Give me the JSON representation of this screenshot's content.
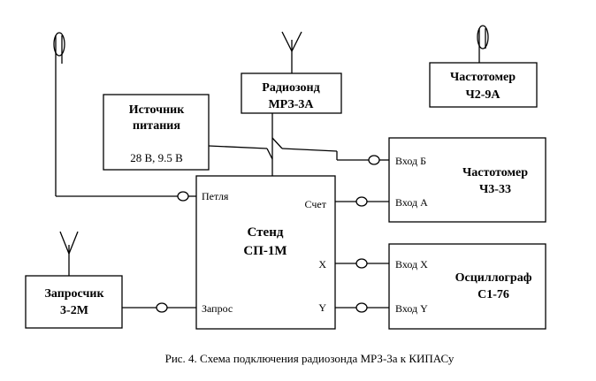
{
  "blocks": {
    "radiosonde": {
      "line1": "Радиозонд",
      "line2": "МРЗ-3А"
    },
    "power": {
      "line1": "Источник",
      "line2": "питания",
      "voltage": "28 В, 9.5 В"
    },
    "freq_meter_top": {
      "line1": "Частотомер",
      "line2": "Ч2-9А"
    },
    "stand": {
      "line1": "Стенд",
      "line2": "СП-1М",
      "port_loop": "Петля",
      "port_count": "Счет",
      "port_x": "X",
      "port_y": "Y",
      "port_request": "Запрос"
    },
    "freq_meter": {
      "line1": "Частотомер",
      "line2": "Ч3-33",
      "input_b": "Вход Б",
      "input_a": "Вход А"
    },
    "oscilloscope": {
      "line1": "Осциллограф",
      "line2": "С1-76",
      "input_x": "Вход X",
      "input_y": "Вход Y"
    },
    "interrogator": {
      "line1": "Запросчик",
      "line2": "3-2М"
    }
  },
  "caption": "Рис. 4. Схема подключения радиозонда МРЗ-3а к КИПАСу"
}
